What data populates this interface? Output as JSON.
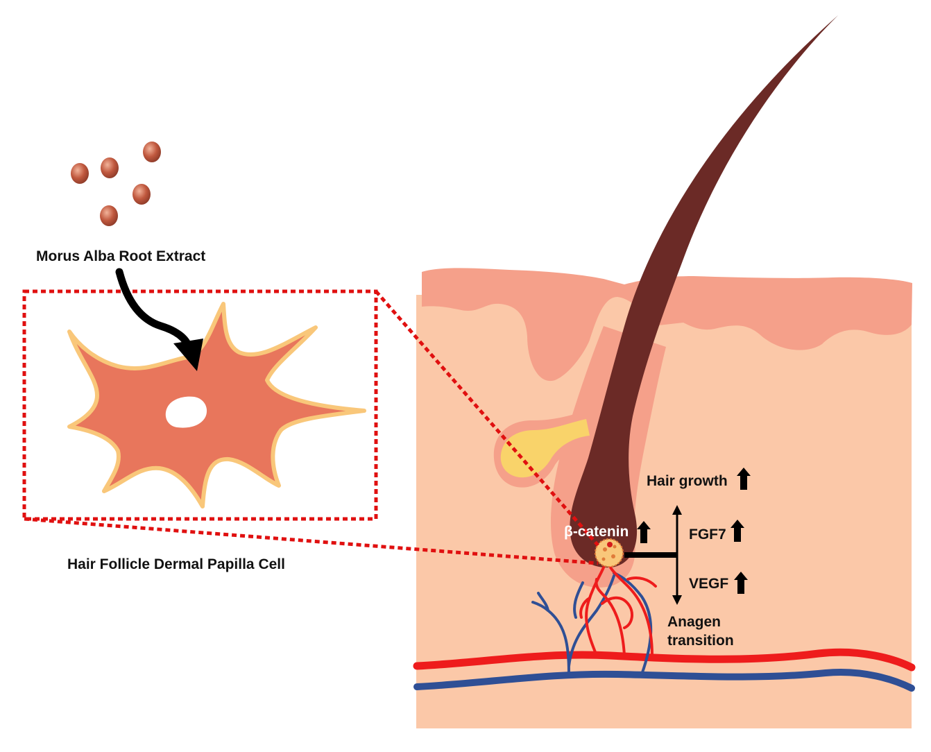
{
  "labels": {
    "extract": "Morus Alba Root Extract",
    "cell": "Hair Follicle Dermal Papilla Cell",
    "beta_catenin": "β-catenin",
    "hair_growth": "Hair growth",
    "fgf7": "FGF7",
    "vegf": "VEGF",
    "anagen_line1": "Anagen",
    "anagen_line2": "transition"
  },
  "icons": {
    "up_arrow": "up-arrow-icon",
    "particle": "extract-particle-icon"
  },
  "colors": {
    "skin_dermis": "#fbc8a8",
    "epidermis": "#f5a08a",
    "hair_shaft": "#6b2a26",
    "cell_body": "#e8765c",
    "cell_membrane": "#f9c77a",
    "sebaceous_gland": "#f9d36a",
    "artery": "#ee1c1c",
    "vein": "#2f4f95",
    "dotted_box": "#e01010",
    "particle": "#c0583e"
  }
}
